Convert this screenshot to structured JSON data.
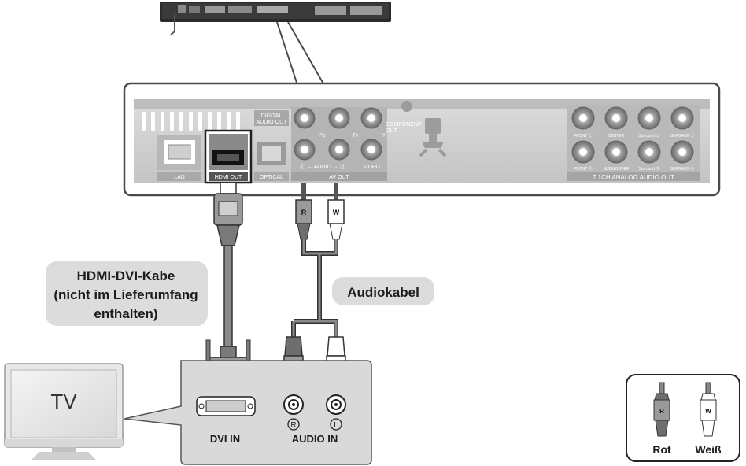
{
  "player_panel": {
    "lan": "LAN",
    "hdmi_out": "HDMI OUT",
    "digital_audio_out": [
      "DIGITAL",
      "AUDIO OUT"
    ],
    "optical": "OPTICAL",
    "component_out": [
      "COMPONENT",
      "OUT"
    ],
    "pb": "Pb",
    "pr": "Pr",
    "y": "Y",
    "audio_lr": "Ⓛ ← AUDIO → Ⓡ",
    "video": "VIDEO",
    "av_out": "AV OUT",
    "front_l": "FRONT Ⓛ",
    "center": "CENTER",
    "surround_l": "Surround Ⓛ",
    "surback_l": "SURBACK Ⓛ",
    "front_r": "FRONT Ⓡ",
    "subwoofer": "SUBWOOFER",
    "surround_r": "Surround Ⓡ",
    "surback_r": "SURBACK Ⓡ",
    "analog_audio_out": "7.1CH ANALOG AUDIO OUT"
  },
  "callouts": {
    "hdmi_dvi_cable": [
      "HDMI-DVI-Kabe",
      "(nicht im Lieferumfang",
      "enthalten)"
    ],
    "audio_cable": "Audiokabel"
  },
  "tv": {
    "label": "TV",
    "dvi_in": "DVI IN",
    "audio_in": "AUDIO IN",
    "r_mark": "R",
    "l_mark": "L"
  },
  "plugs": {
    "r_letter": "R",
    "w_letter": "W"
  },
  "legend": {
    "red_label": "Rot",
    "white_label": "Weiß"
  }
}
